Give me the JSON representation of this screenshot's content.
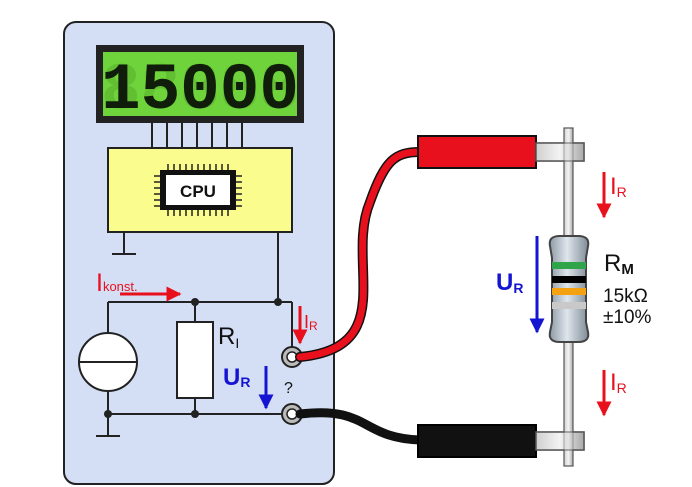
{
  "display": {
    "value": "15000"
  },
  "chip": {
    "label": "CPU"
  },
  "meter": {
    "current_label": "I",
    "current_sub": "konst.",
    "resistor_label": "R",
    "resistor_sub": "I",
    "voltage_label": "U",
    "voltage_sub": "R",
    "branch_current_label": "I",
    "branch_current_sub": "R",
    "unknown_mark": "?"
  },
  "circuit": {
    "current_top_label": "I",
    "current_top_sub": "R",
    "voltage_label": "U",
    "voltage_sub": "R",
    "current_bottom_label": "I",
    "current_bottom_sub": "R",
    "resistor_name": "R",
    "resistor_sub": "M",
    "resistance": "15kΩ",
    "tolerance": "±10%"
  },
  "colors": {
    "case": "#d4dff5",
    "lcd": "#6fd33b",
    "cpu_board": "#fafc8e",
    "current_arrow": "#e8101c",
    "voltage_arrow": "#1414d2",
    "probe_red": "#e8101c",
    "probe_black": "#111111"
  }
}
